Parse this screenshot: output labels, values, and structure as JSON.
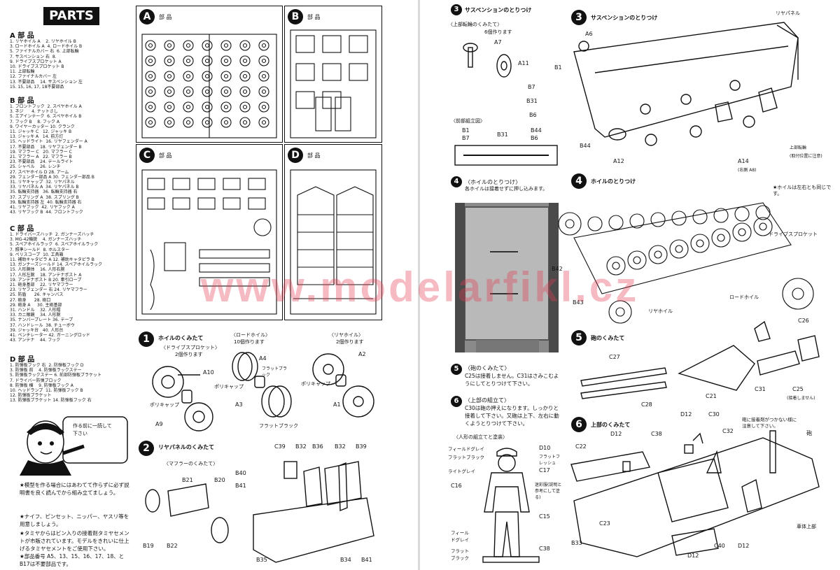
{
  "left": {
    "parts_title": "PARTS",
    "groups": [
      {
        "head": "A 部 品",
        "items": "1. リヤホイル A    2. リヤホイル B\n3. ロードホイル A  4. ロードホイル B\n5. ファイナルカバー 右  6. 上部転輪\n7. サスペンション 右  8.\n9. ドライブスプロケット A\n10. ドライブスプロケット B\n11. 上部転輪\n12. ファイナルカバー 左\n13. 不要部品    14. サスペンション 左\n15. 15, 16, 17, 18不要部品"
      },
      {
        "head": "B 部 品",
        "items": "1. フロントフック  2. スペヤホイル A\n3. ネジ      4. ナットさし\n5. エアインテーク  6. スペヤホイル B\n7. フック B    8. フック A\n9. ワイヤーカッター 10. クランク\n11. ジャッキ C   12. ジャッキ B\n13. ジャッキ A   14. 前方灯\n15. ヘッドライト  16. リヤフェンダー A\n17. 不要部品    18. リヤフェンダー B\n19. マフラー C   20. マフラー C\n21. マフラー A   22. マフラー B\n23. 不要部品    24. テールライト\n25. シャベル    26. レンチ\n27. スペヤホイル D 28. アーム\n29. フェンダー部品 A 30. フェンダー部品 B\n31. リヤキャップ  32. リヤパネル\n33. リヤパネル A  34. リヤパネル B\n35. 転輪支持器   36. 転輪支持器 右\n37. スプリング A  38. スプリング B\n39. 転輪支持器 左  40. 転輪支持器 右\n41. リヤフック  42. リヤフック A\n43. リヤフック B  44. フロントフック"
      },
      {
        "head": "C 部 品",
        "items": "1. ドライバーズハッチ  2. ガンナーズハッチ\n3. MG-42機銃    4. ガンナーズハッチ\n5. スペアホイルラック  6. スペアホイルラック\n7. 照準シールド  8. ホルスター\n9. ペリスコープ  10. 工具箱\n11. 補助キャタピラ A 12. 補助キャタピラ B\n13. ガンナーズシールド 14. スペアホイルラック\n15. 人形胴体    16. 人形右腕\n17. 人形左腕    18. アンテナポスト A\n19. アンテナポスト B 20. 牽引ロープ\n21. 砲身基部    22. リヤマフラー\n23. リヤフェンダー 右 24. リヤマフラー\n25. 防盾      26. キャンバス\n27. 砲身      28. 砲口\n29. 砲身 A     30. 主砲基部\n31. ハンドル    32. 人形帽\n33. カニ眼鏡    34. 人形腕\n35. ナンバープレート 36. テープ\n37. ハンドレール  38. チューボウ\n39. ジャッキ台   40. 人形台\n41. ベンチレーター 42. ガーニングロッド\n43. アンテナ    44. フック"
      },
      {
        "head": "D 部 品",
        "items": "1. 防弾板フック 右  2. 防弾板フック D\n3. 防弾板 前    4. 防弾板ラックステー\n5. 防弾板ラックステー 6. 前部防弾板ブラケット\n7. ドライバー防弾ブロック\n8. 防弾板 横    9. 防弾板フック A\n10. ヘッドランプ  11. 防弾板フック B\n12. 防弾板ブラケット\n13. 防弾板ブラケット 14. 防弾板フック 右"
      }
    ],
    "bubble": "作る前に一読して下さい",
    "notes": [
      "★模型を作る場合にはあわてて作らずに必ず説明書を良く読んでから組み立てましょう。",
      "★ナイフ、ピンセット、ニッパー、ヤスリ等を用意しましょう。",
      "★タミヤからはビン入りの接着剤タミヤセメントが市販されています。モデルをきれいに仕上げるタミヤセメントをご使用下さい。",
      "★部品番号 A5、13、15、16、17、18、と B17は不要部品です。"
    ],
    "sheets": [
      {
        "letter": "A",
        "title": "部 品"
      },
      {
        "letter": "B",
        "title": "部 品"
      },
      {
        "letter": "C",
        "title": "部 品"
      },
      {
        "letter": "D",
        "title": "部 品"
      }
    ],
    "step1": {
      "num": "1",
      "title": "ホイルのくみたて",
      "sub_drive": "〈ドライブスプロケット〉",
      "sub_drive_qty": "2個作ります",
      "sub_road": "〈ロードホイル〉",
      "sub_road_qty": "10個作ります",
      "sub_rear": "〈リヤホイル〉",
      "sub_rear_qty": "2個作ります",
      "labels": [
        "A10",
        "ポリキャップ",
        "A9",
        "A4",
        "フラットブラック",
        "ポリキャップ",
        "A3",
        "フラットブラック",
        "A2",
        "ポリキャップ",
        "A1"
      ]
    },
    "step2": {
      "num": "2",
      "title": "リヤパネルのくみたて",
      "sub": "〈マフラーのくみたて〉",
      "labels": [
        "B21",
        "B20",
        "B19",
        "B22",
        "C39",
        "B32",
        "B36",
        "B32",
        "B39",
        "B40",
        "B41",
        "B35",
        "B34",
        "B41"
      ]
    }
  },
  "right": {
    "step3a": {
      "num": "3",
      "title": "サスペンションのとりつけ",
      "sub": "〈上部転輪のくみたて〉",
      "qty": "6個作ります",
      "labels": [
        "A7",
        "A11"
      ]
    },
    "front_assembly": {
      "title": "〈前部組立図〉",
      "labels": [
        "B1",
        "B7",
        "B31",
        "B44",
        "B6"
      ]
    },
    "step3": {
      "num": "3",
      "title": "サスペンションのとりつけ",
      "labels": [
        "A6",
        "リヤパネル",
        "B1",
        "B7",
        "B31",
        "B6",
        "B44",
        "A12",
        "A14",
        "(右側 A8)",
        "上部転輪",
        "(取付位置に注意)"
      ]
    },
    "step4a": {
      "num": "4",
      "title": "〈ホイルのとりつけ〉",
      "desc": "各ホイルは接着せずに押し込みます。"
    },
    "step4": {
      "num": "4",
      "title": "ホイルのとりつけ",
      "note": "★ホイルは左右とも同じです。",
      "labels": [
        "ドライブスプロケット",
        "B42",
        "ロードホイル",
        "B43",
        "リヤホイル"
      ]
    },
    "step5a": {
      "num": "5",
      "title": "〈砲のくみたて〉",
      "desc": "C25は接着しません。C31はさみこむようにしてとりつけて下さい。"
    },
    "step6a": {
      "num": "6",
      "title": "〈上部の組立て〉",
      "desc": "C30は砲の押えになります。しっかりと接着して下さい。又砲は上下、左右に動くようとりつけて下さい。"
    },
    "figure": {
      "title": "〈人形の組立てと塗装〉",
      "labels": [
        "フィールドグレイ",
        "D10",
        "フラットブラック",
        "フラットフレッシュ",
        "ライトグレイ",
        "C17",
        "C16",
        "迷彩服(説明と参考にして塗る)",
        "C15",
        "フィールドグレイ",
        "フラットブラック",
        "C38"
      ]
    },
    "step5": {
      "num": "5",
      "title": "砲のくみたて",
      "labels": [
        "C26",
        "C27",
        "C21",
        "C31",
        "C25",
        "(接着しません)",
        "C28"
      ]
    },
    "step6": {
      "num": "6",
      "title": "上部のくみたて",
      "note": "砲に接着剤がつかない様に注意して下さい。",
      "labels": [
        "C22",
        "D12",
        "C38",
        "D12",
        "C30",
        "C32",
        "砲",
        "C23",
        "車体上部",
        "B33",
        "D12",
        "C40",
        "D12"
      ]
    }
  },
  "watermark": "www.modelarfikl.cz"
}
